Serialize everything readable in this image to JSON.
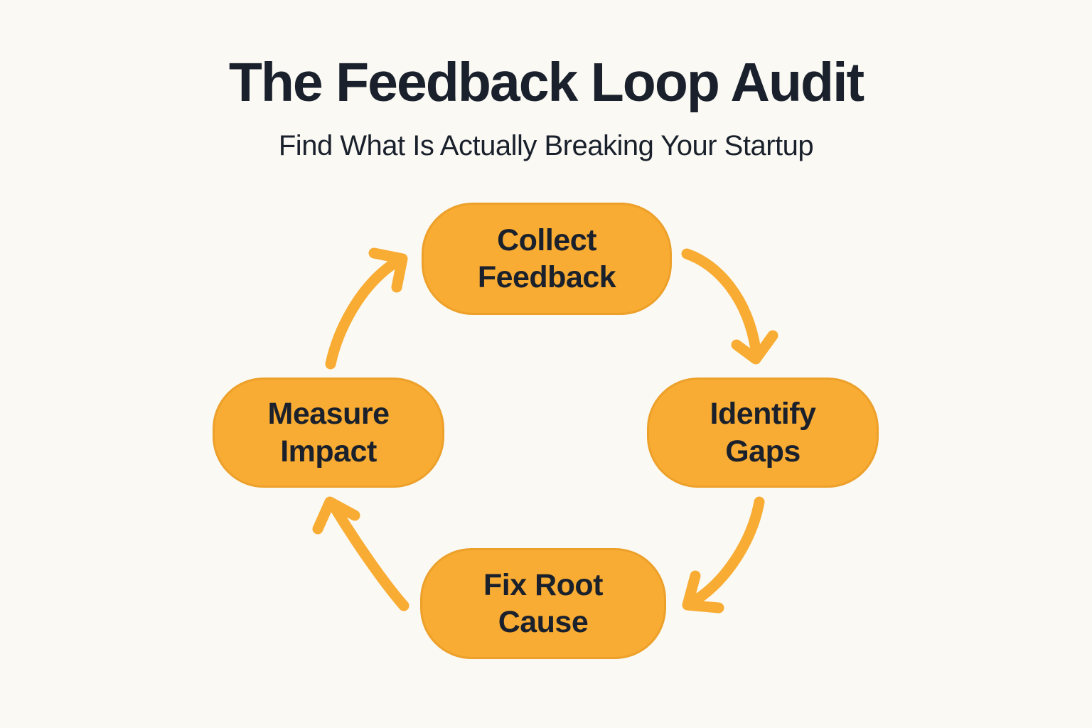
{
  "page": {
    "colors": {
      "background": "#FAF9F3",
      "node_fill": "#F8AC33",
      "node_border": "#EDA02A",
      "arrow": "#F8AC33",
      "text": "#1A212C"
    }
  },
  "header": {
    "title": "The Feedback Loop Audit",
    "subtitle": "Find What Is Actually Breaking Your Startup"
  },
  "diagram": {
    "type": "cycle",
    "direction": "clockwise",
    "steps": [
      {
        "id": "collect-feedback",
        "position": "top",
        "line1": "Collect",
        "line2": "Feedback"
      },
      {
        "id": "identify-gaps",
        "position": "right",
        "line1": "Identify",
        "line2": "Gaps"
      },
      {
        "id": "fix-root-cause",
        "position": "bottom",
        "line1": "Fix Root",
        "line2": "Cause"
      },
      {
        "id": "measure-impact",
        "position": "left",
        "line1": "Measure",
        "line2": "Impact"
      }
    ],
    "arrows": [
      {
        "from": "collect-feedback",
        "to": "identify-gaps"
      },
      {
        "from": "identify-gaps",
        "to": "fix-root-cause"
      },
      {
        "from": "fix-root-cause",
        "to": "measure-impact"
      },
      {
        "from": "measure-impact",
        "to": "collect-feedback"
      }
    ]
  }
}
